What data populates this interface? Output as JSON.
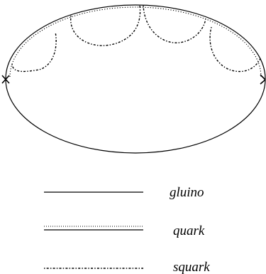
{
  "legend": {
    "gluino": "gluino",
    "quark": "quark",
    "squark": "squark"
  },
  "colors": {
    "line": "#000000",
    "background": "#ffffff"
  },
  "vertex_marker": "cross-icon"
}
